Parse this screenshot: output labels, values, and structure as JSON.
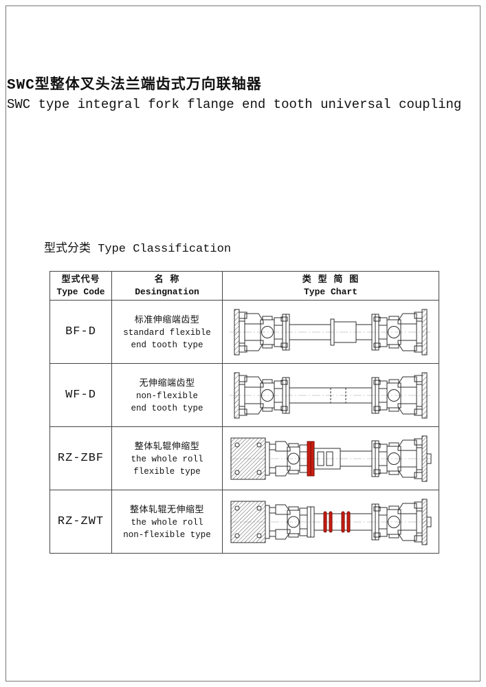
{
  "page": {
    "title_zh": "SWC型整体叉头法兰端齿式万向联轴器",
    "title_en": "SWC type integral fork flange end tooth universal coupling",
    "section_heading": "型式分类 Type Classification"
  },
  "table": {
    "headers": [
      {
        "zh": "型式代号",
        "en": "Type Code"
      },
      {
        "zh": "名  称",
        "en": "Desingnation"
      },
      {
        "zh": "类 型 简 图",
        "en": "Type  Chart"
      }
    ],
    "rows": [
      {
        "code": "BF-D",
        "name_zh": "标准伸缩端齿型",
        "name_en1": "standard flexible",
        "name_en2": "end tooth type",
        "diagram": "bf-d-coupling-diagram"
      },
      {
        "code": "WF-D",
        "name_zh": "无伸缩端齿型",
        "name_en1": "non-flexible",
        "name_en2": "end tooth type",
        "diagram": "wf-d-coupling-diagram"
      },
      {
        "code": "RZ-ZBF",
        "name_zh": "整体轧辊伸缩型",
        "name_en1": "the whole roll",
        "name_en2": "flexible type",
        "diagram": "rz-zbf-coupling-diagram"
      },
      {
        "code": "RZ-ZWT",
        "name_zh": "整体轧辊无伸缩型",
        "name_en1": "the whole roll",
        "name_en2": "non-flexible type",
        "diagram": "rz-zwt-coupling-diagram"
      }
    ]
  },
  "colors": {
    "diagram_red": "#c81d11",
    "line": "#2b2b2b",
    "table_border": "#444444"
  }
}
